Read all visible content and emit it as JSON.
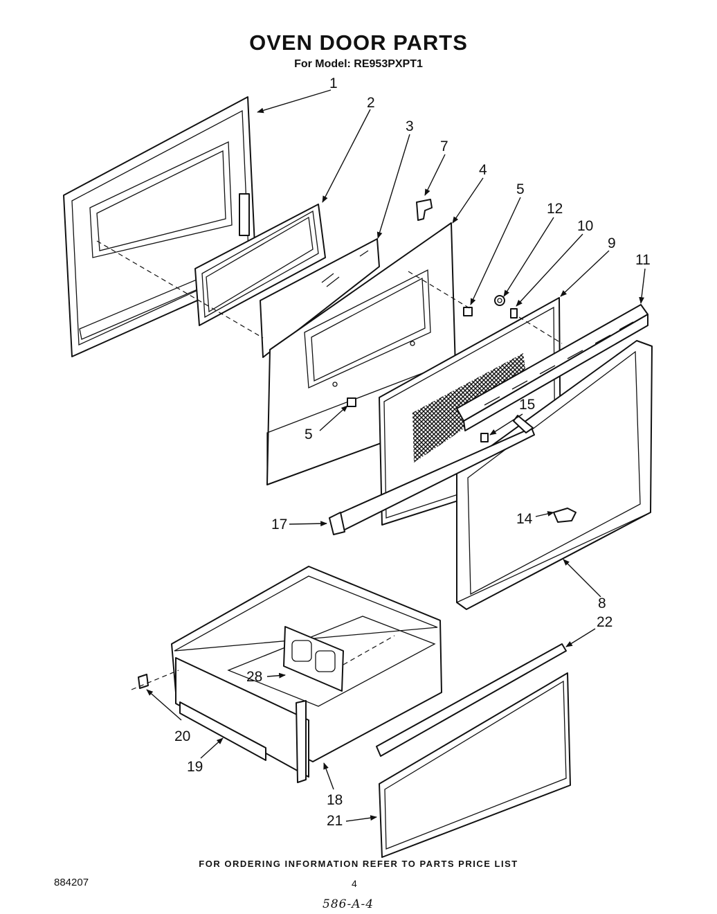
{
  "header": {
    "title": "OVEN DOOR PARTS",
    "model_line": "For Model: RE953PXPT1"
  },
  "callouts": [
    {
      "id": "1",
      "label": "1"
    },
    {
      "id": "2",
      "label": "2"
    },
    {
      "id": "3",
      "label": "3"
    },
    {
      "id": "7",
      "label": "7"
    },
    {
      "id": "4",
      "label": "4"
    },
    {
      "id": "5a",
      "label": "5"
    },
    {
      "id": "12",
      "label": "12"
    },
    {
      "id": "10",
      "label": "10"
    },
    {
      "id": "9",
      "label": "9"
    },
    {
      "id": "11",
      "label": "11"
    },
    {
      "id": "5b",
      "label": "5"
    },
    {
      "id": "15",
      "label": "15"
    },
    {
      "id": "17",
      "label": "17"
    },
    {
      "id": "14",
      "label": "14"
    },
    {
      "id": "8",
      "label": "8"
    },
    {
      "id": "22",
      "label": "22"
    },
    {
      "id": "28",
      "label": "28"
    },
    {
      "id": "20",
      "label": "20"
    },
    {
      "id": "19",
      "label": "19"
    },
    {
      "id": "18",
      "label": "18"
    },
    {
      "id": "21",
      "label": "21"
    }
  ],
  "footer": {
    "ordering_note": "FOR ORDERING INFORMATION REFER TO PARTS PRICE LIST",
    "doc_number": "884207",
    "page_number": "4",
    "handwritten_note": "586-A-4"
  }
}
